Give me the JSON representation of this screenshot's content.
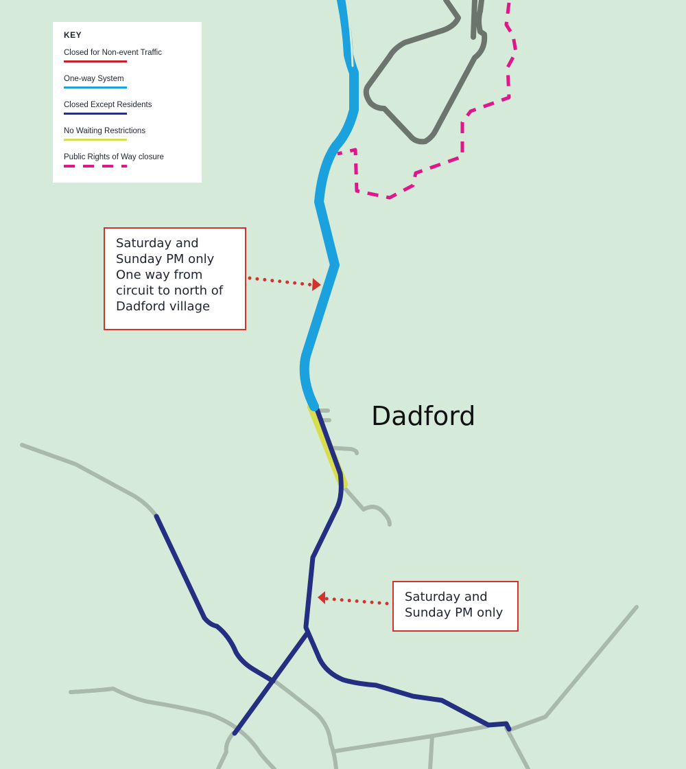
{
  "map": {
    "colors": {
      "background": "#d6eada",
      "minor_road": "#a9b9ab",
      "circuit": "#6b746d",
      "closed_non_event": "#c8202f",
      "one_way": "#1ba1dd",
      "closed_except_residents": "#252f82",
      "no_waiting": "#d7dd4d",
      "prow_closure": "#e0168b",
      "callout_border": "#d0342c",
      "callout_arrow": "#d0342c"
    }
  },
  "key": {
    "title": "KEY",
    "entries": [
      {
        "label": "Closed for Non-event Traffic",
        "color": "#c8202f",
        "style": "solid"
      },
      {
        "label": "One-way System",
        "color": "#1ba1dd",
        "style": "solid"
      },
      {
        "label": "Closed Except Residents",
        "color": "#252f82",
        "style": "solid"
      },
      {
        "label": "No Waiting Restrictions",
        "color": "#d7dd4d",
        "style": "solid"
      },
      {
        "label": "Public Rights of Way closure",
        "color": "#e0168b",
        "style": "dashed"
      }
    ]
  },
  "place_label": "Dadford",
  "callouts": {
    "north": {
      "lines": [
        "Saturday and",
        "Sunday PM only",
        "One way from",
        "circuit to north of",
        "Dadford village"
      ]
    },
    "south": {
      "lines": [
        "Saturday and",
        "Sunday PM only"
      ]
    }
  }
}
